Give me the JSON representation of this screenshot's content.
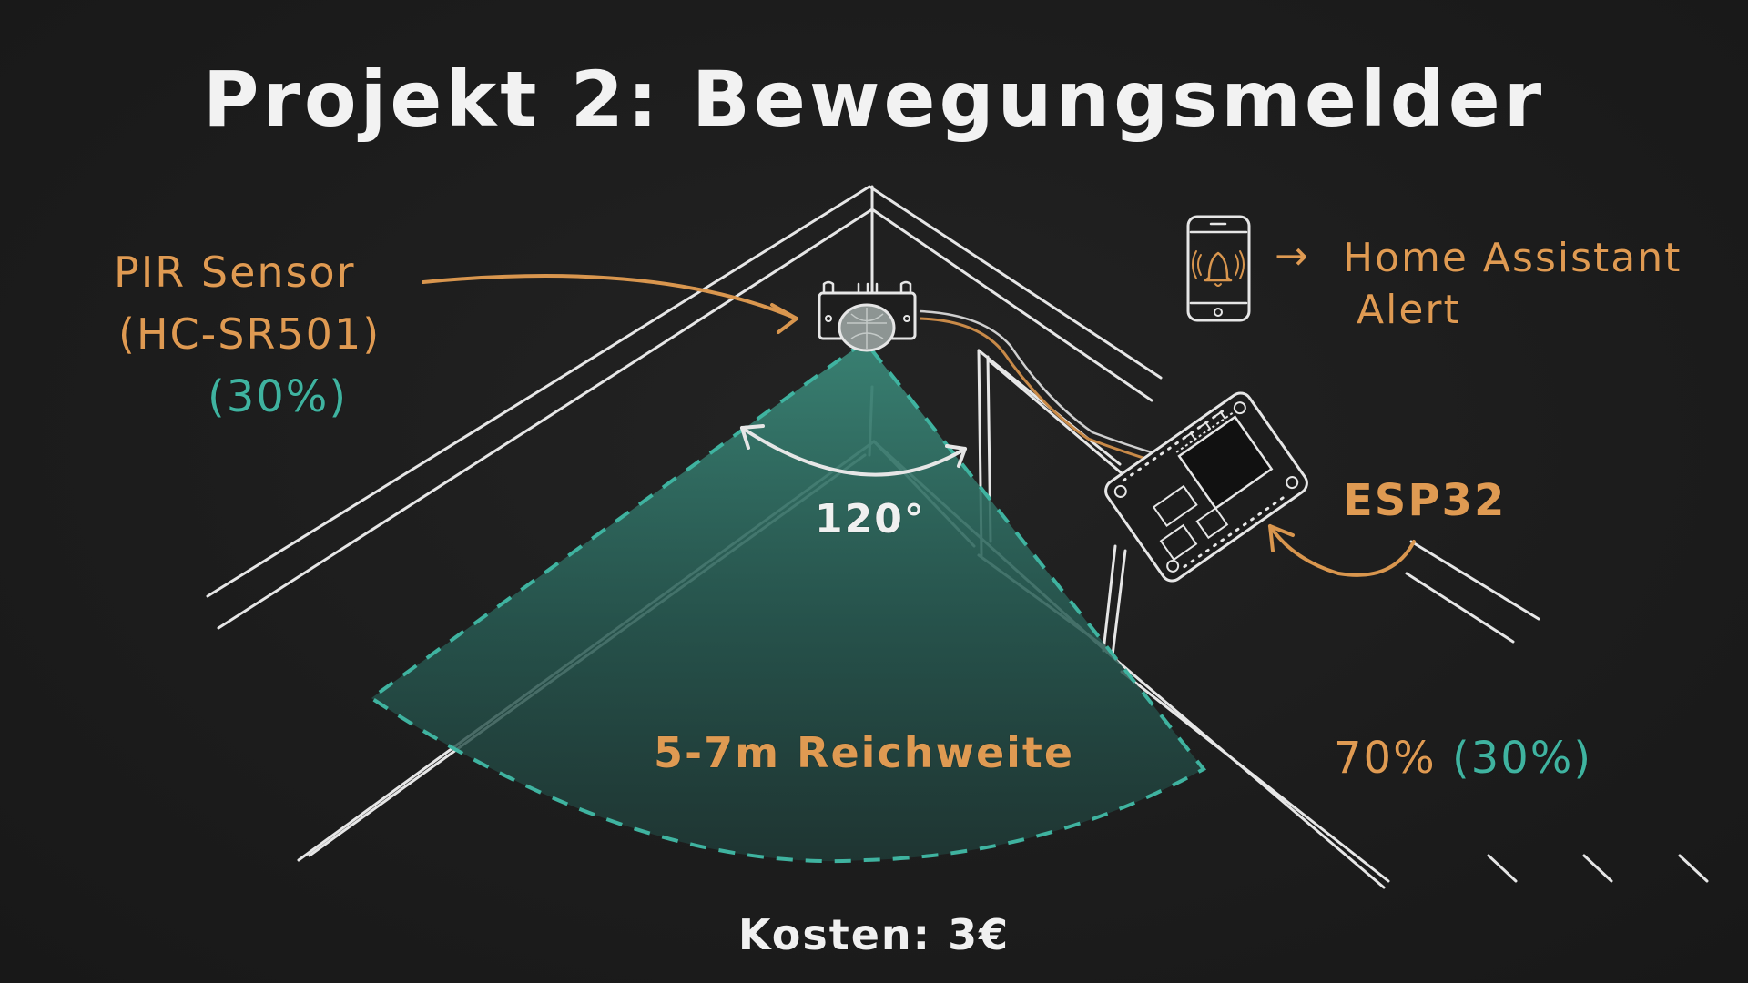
{
  "slide": {
    "title": "Projekt 2: Bewegungsmelder",
    "background_color": "#1c1c1c"
  },
  "sensor": {
    "label": "PIR Sensor",
    "model": "(HC-SR501)",
    "share": "(30%)",
    "icon": "pir-sensor-icon"
  },
  "notification": {
    "icon": "smartphone-bell-icon",
    "arrow": "→",
    "line1": "Home Assistant",
    "line2": "Alert"
  },
  "controller": {
    "label": "ESP32",
    "icon": "esp32-board-icon"
  },
  "coverage": {
    "angle": "120°",
    "range": "5-7m Reichweite"
  },
  "split": {
    "primary": "70%",
    "secondary": "(30%)"
  },
  "cost": {
    "label": "Kosten: 3€"
  },
  "colors": {
    "chalk_white": "#e6e6e6",
    "chalk_orange": "#df9a52",
    "teal": "#3fb3a0",
    "cone_fill": "#2e6b60"
  }
}
